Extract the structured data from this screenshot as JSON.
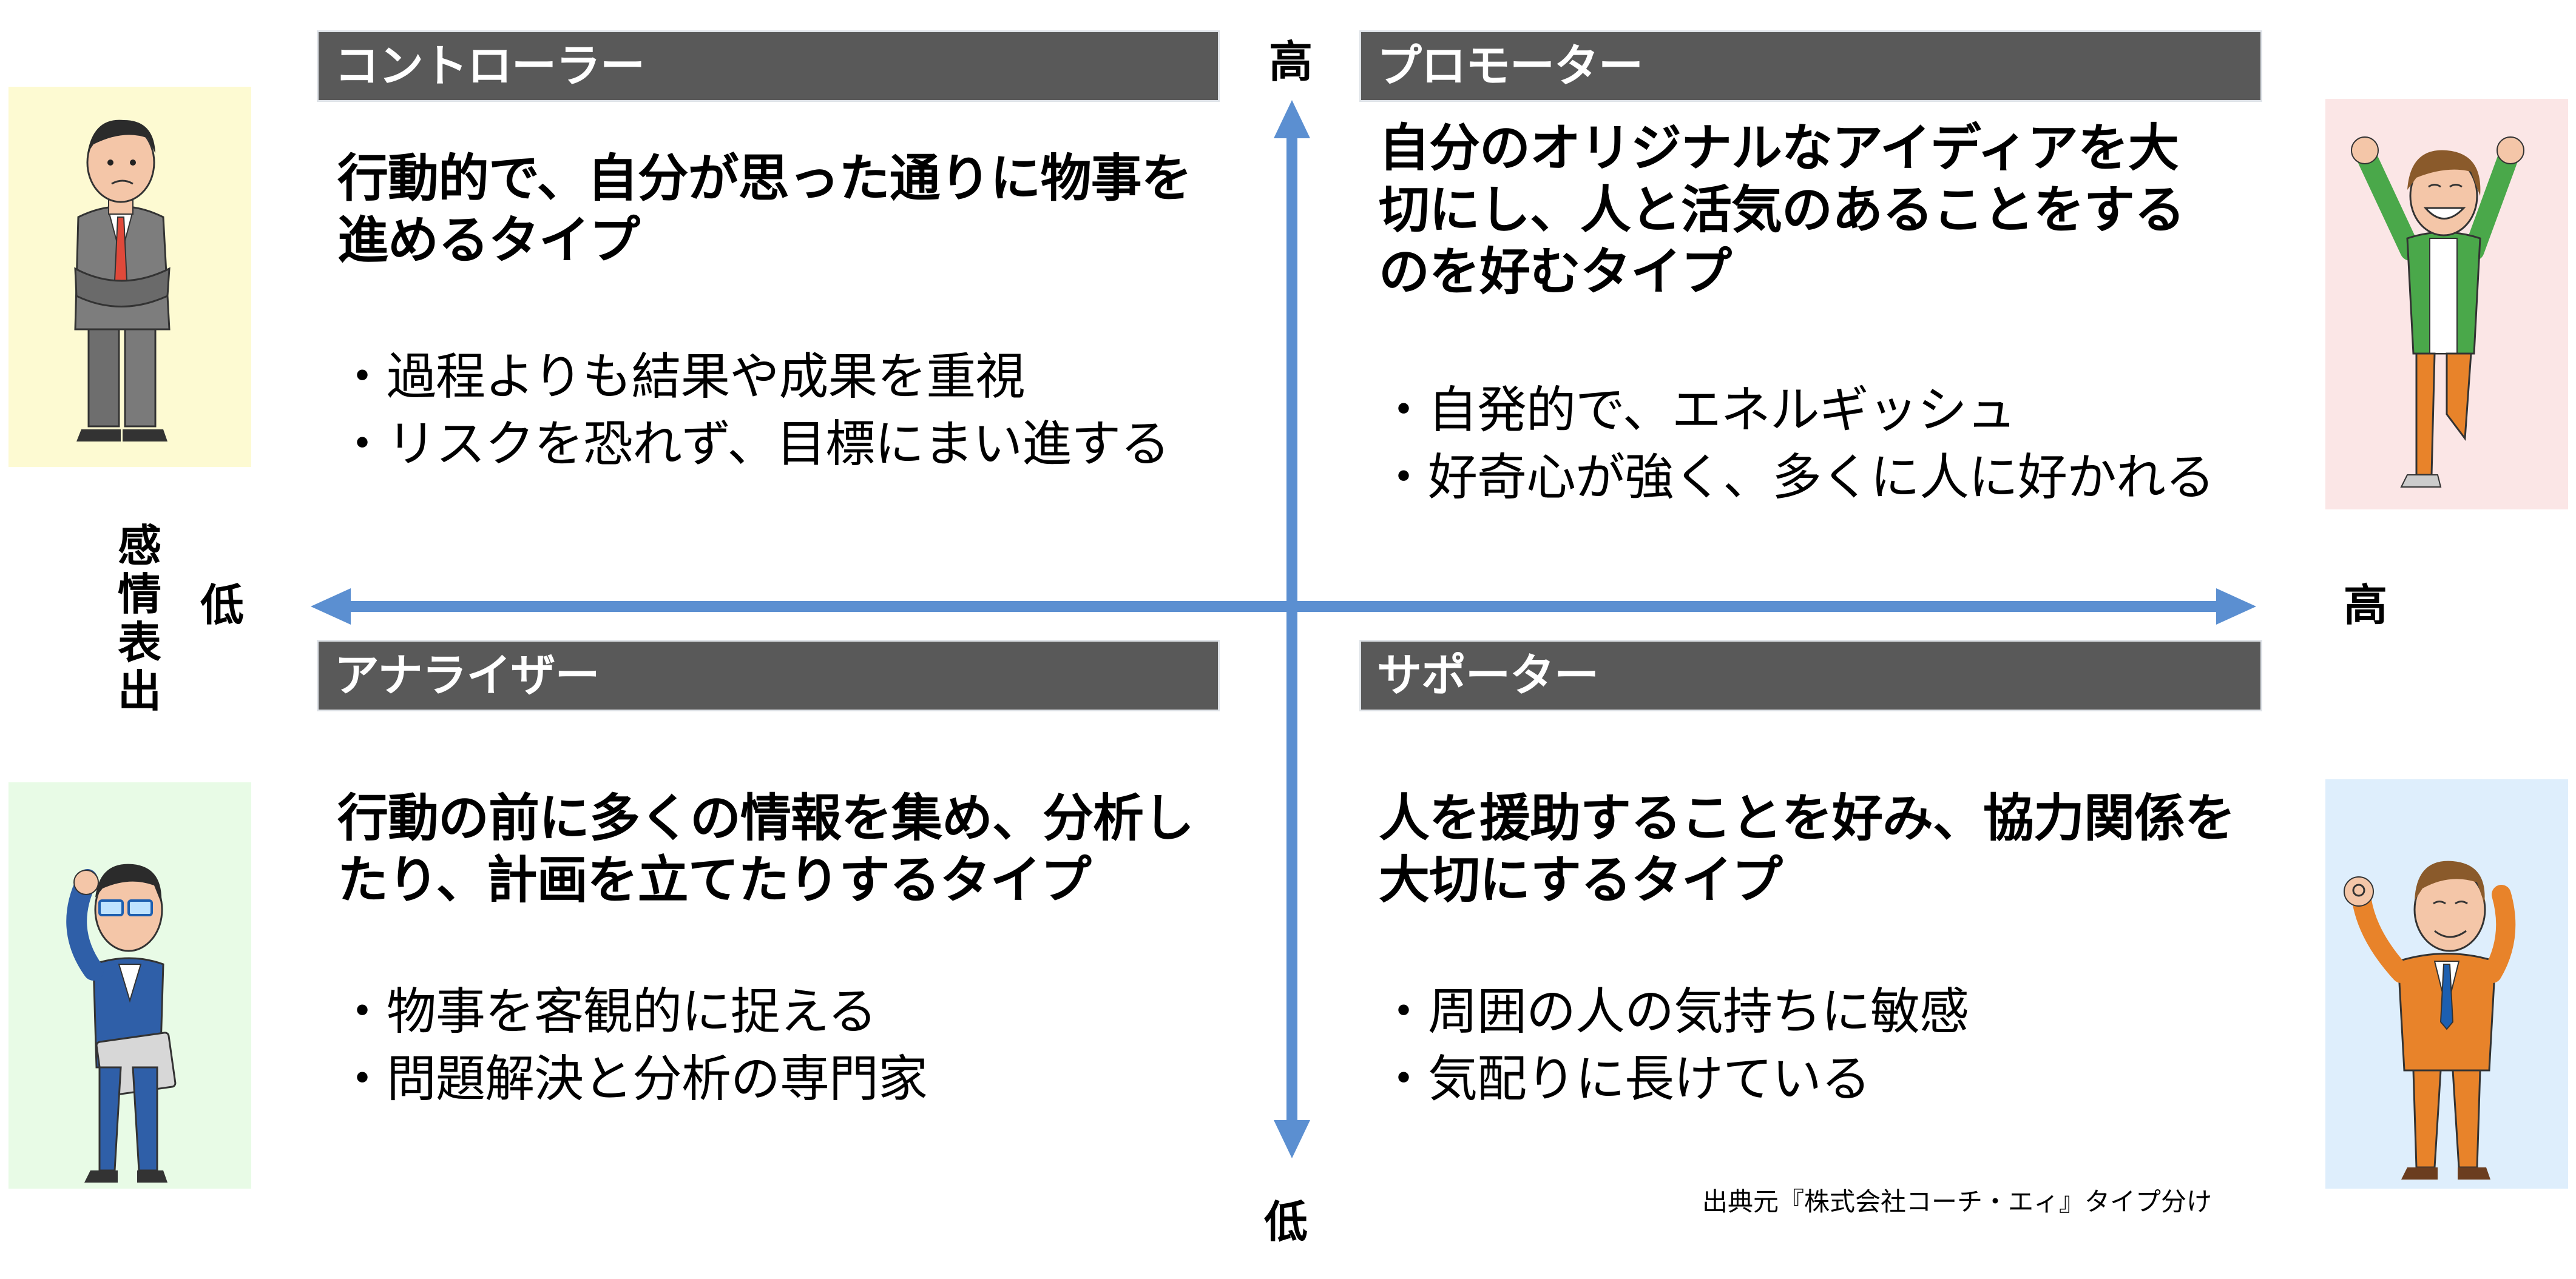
{
  "quadrants": {
    "controller": {
      "title": "コントローラー",
      "description": "行動的で、自分が思った通りに物事を進めるタイプ",
      "bullets": [
        "・過程よりも結果や成果を重視",
        "・リスクを恐れず、目標にまい進する"
      ]
    },
    "promoter": {
      "title": "プロモーター",
      "description": "自分のオリジナルなアイディアを大切にし、人と活気のあることをするのを好むタイプ",
      "bullets": [
        "・自発的で、エネルギッシュ",
        "・好奇心が強く、多くに人に好かれる"
      ]
    },
    "analyzer": {
      "title": "アナライザー",
      "description": "行動の前に多くの情報を集め、分析したり、計画を立てたりするタイプ",
      "bullets": [
        "・物事を客観的に捉える",
        "・問題解決と分析の専門家"
      ]
    },
    "supporter": {
      "title": "サポーター",
      "description": "人を援助することを好み、協力関係を大切にするタイプ",
      "bullets": [
        "・周囲の人の気持ちに敏感",
        "・気配りに長けている"
      ]
    }
  },
  "axes": {
    "vertical_top": "高",
    "vertical_bottom": "低",
    "horizontal_left": "低",
    "horizontal_right": "高",
    "horizontal_title_chars": [
      "感",
      "情",
      "表",
      "出"
    ]
  },
  "source": "出典元『株式会社コーチ・エィ』タイプ分け",
  "colors": {
    "header_bg": "#595959",
    "arrow": "#5b8fd1",
    "controller_bg": "#fdfad2",
    "promoter_bg": "#fbe6e6",
    "analyzer_bg": "#e8fbe6",
    "supporter_bg": "#deeefc"
  }
}
